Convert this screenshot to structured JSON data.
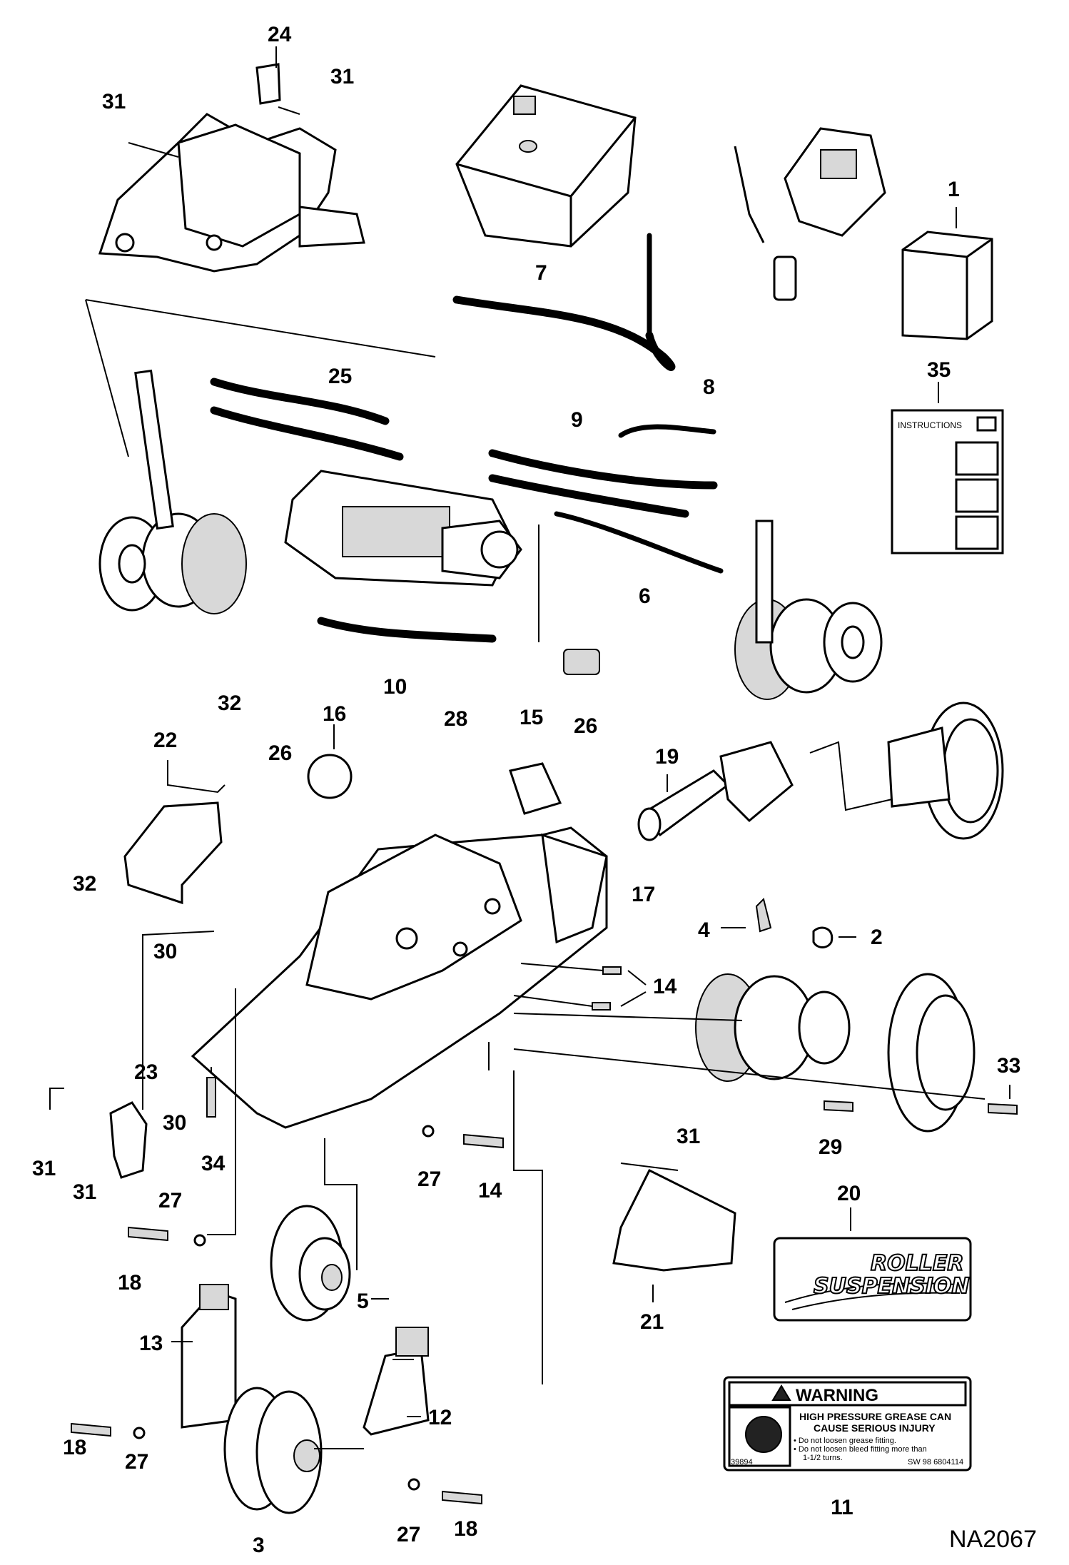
{
  "callouts": [
    {
      "id": "c1",
      "text": "1"
    },
    {
      "id": "c2",
      "text": "2"
    },
    {
      "id": "c3",
      "text": "3"
    },
    {
      "id": "c4",
      "text": "4"
    },
    {
      "id": "c5",
      "text": "5"
    },
    {
      "id": "c6",
      "text": "6"
    },
    {
      "id": "c7",
      "text": "7"
    },
    {
      "id": "c8",
      "text": "8"
    },
    {
      "id": "c9",
      "text": "9"
    },
    {
      "id": "c10",
      "text": "10"
    },
    {
      "id": "c11",
      "text": "11"
    },
    {
      "id": "c12",
      "text": "12"
    },
    {
      "id": "c13",
      "text": "13"
    },
    {
      "id": "c14a",
      "text": "14"
    },
    {
      "id": "c14b",
      "text": "14"
    },
    {
      "id": "c15",
      "text": "15"
    },
    {
      "id": "c16",
      "text": "16"
    },
    {
      "id": "c17",
      "text": "17"
    },
    {
      "id": "c18a",
      "text": "18"
    },
    {
      "id": "c18b",
      "text": "18"
    },
    {
      "id": "c18c",
      "text": "18"
    },
    {
      "id": "c19",
      "text": "19"
    },
    {
      "id": "c20",
      "text": "20"
    },
    {
      "id": "c21",
      "text": "21"
    },
    {
      "id": "c22",
      "text": "22"
    },
    {
      "id": "c23",
      "text": "23"
    },
    {
      "id": "c24",
      "text": "24"
    },
    {
      "id": "c25",
      "text": "25"
    },
    {
      "id": "c26a",
      "text": "26"
    },
    {
      "id": "c26b",
      "text": "26"
    },
    {
      "id": "c27a",
      "text": "27"
    },
    {
      "id": "c27b",
      "text": "27"
    },
    {
      "id": "c27c",
      "text": "27"
    },
    {
      "id": "c27d",
      "text": "27"
    },
    {
      "id": "c28",
      "text": "28"
    },
    {
      "id": "c29",
      "text": "29"
    },
    {
      "id": "c30a",
      "text": "30"
    },
    {
      "id": "c30b",
      "text": "30"
    },
    {
      "id": "c31a",
      "text": "31"
    },
    {
      "id": "c31b",
      "text": "31"
    },
    {
      "id": "c31c",
      "text": "31"
    },
    {
      "id": "c31d",
      "text": "31"
    },
    {
      "id": "c31e",
      "text": "31"
    },
    {
      "id": "c32a",
      "text": "32"
    },
    {
      "id": "c32b",
      "text": "32"
    },
    {
      "id": "c33",
      "text": "33"
    },
    {
      "id": "c34",
      "text": "34"
    },
    {
      "id": "c35",
      "text": "35"
    }
  ],
  "instructions_doc": {
    "label": "INSTRUCTIONS"
  },
  "warning_decal": {
    "title": "WARNING",
    "heading_line1": "HIGH PRESSURE GREASE CAN",
    "heading_line2": "CAUSE SERIOUS INJURY",
    "bullet1": "• Do not loosen grease fitting.",
    "bullet2a": "• Do not loosen bleed fitting more than",
    "bullet2b": "1-1/2 turns.",
    "code_left": "39894",
    "code_right": "SW 98  6804114"
  },
  "suspension_decal": {
    "line1": "ROLLER",
    "line2": "SUSPENSION"
  },
  "drawing_code": "NA2067"
}
